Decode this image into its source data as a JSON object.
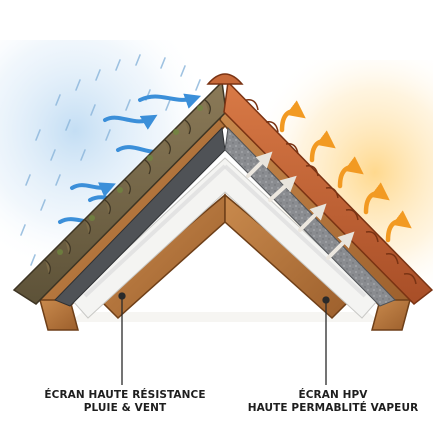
{
  "labels": {
    "left": {
      "line1": "ÉCRAN HAUTE RÉSISTANCE",
      "line2": "PLUIE & VENT"
    },
    "right": {
      "line1": "ÉCRAN HPV",
      "line2": "HAUTE PERMABLITÉ VAPEUR"
    }
  },
  "colors": {
    "rain_blue": "#3b8fd9",
    "heat_orange": "#f2a230",
    "tile_terracotta": "#c8663a",
    "mossy_tile": "#7a6a4c",
    "timber": "#a96a36",
    "membrane_grey": "#7a7c80",
    "insulation_white": "#f4f4f2"
  },
  "icons": {
    "left_side": [
      "rain-icon",
      "wind-arrow-icon"
    ],
    "right_side": [
      "heat-arrow-icon",
      "vapour-arrow-icon"
    ]
  }
}
